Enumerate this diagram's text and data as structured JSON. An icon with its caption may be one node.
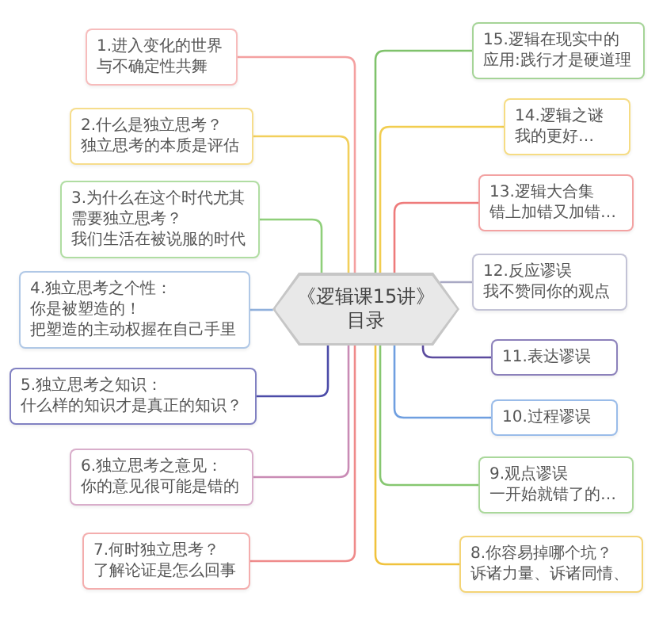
{
  "diagram": {
    "nodes": [
      {
        "text": [
          "《逻辑课15讲》目录"
        ]
      },
      {
        "text": [
          "1.进入变化的世界",
          "与不确定性共舞"
        ]
      },
      {
        "text": [
          "2.什么是独立思考？",
          "独立思考的本质是评估"
        ]
      },
      {
        "text": [
          "3.为什么在这个时代尤其需要独立思考？",
          "我们生活在被说服的时代"
        ]
      },
      {
        "text": [
          "4.独立思考之个性：",
          "你是被塑造的！",
          "把塑造的主动权握在自己手里"
        ]
      },
      {
        "text": [
          "5.独立思考之知识：",
          "什么样的知识才是真正的知识？"
        ]
      },
      {
        "text": [
          "6.独立思考之意见：",
          "你的意见很可能是错的"
        ]
      },
      {
        "text": [
          "7.何时独立思考？",
          "了解论证是怎么回事"
        ]
      },
      {
        "text": [
          "8.你容易掉哪个坑？",
          "诉诸力量、诉诸同情、"
        ]
      },
      {
        "text": [
          "9.观点谬误",
          "一开始就错了的…"
        ]
      },
      {
        "text": [
          "10.过程谬误"
        ]
      },
      {
        "text": [
          "11.表达谬误"
        ]
      },
      {
        "text": [
          "12.反应谬误",
          "我不赞同你的观点"
        ]
      },
      {
        "text": [
          "13.逻辑大合集",
          "错上加错又加错…"
        ]
      },
      {
        "text": [
          "14.逻辑之谜",
          "我的更好…"
        ]
      },
      {
        "text": [
          "15.逻辑在现实中的应用:践行才是硬道理"
        ]
      }
    ],
    "edges": [
      {
        "from": 0,
        "to": 1,
        "arrow": "none",
        "color": "#f4a0a0"
      },
      {
        "from": 0,
        "to": 2,
        "arrow": "none",
        "color": "#f2cf5b"
      },
      {
        "from": 0,
        "to": 3,
        "arrow": "none",
        "color": "#8fcf7a"
      },
      {
        "from": 0,
        "to": 4,
        "arrow": "none",
        "color": "#8fb0dc"
      },
      {
        "from": 0,
        "to": 5,
        "arrow": "none",
        "color": "#4b4ba8"
      },
      {
        "from": 0,
        "to": 6,
        "arrow": "none",
        "color": "#c98bb5"
      },
      {
        "from": 0,
        "to": 7,
        "arrow": "none",
        "color": "#ef8a8a"
      },
      {
        "from": 0,
        "to": 8,
        "arrow": "none",
        "color": "#f0c23c"
      },
      {
        "from": 0,
        "to": 9,
        "arrow": "none",
        "color": "#86c770"
      },
      {
        "from": 0,
        "to": 10,
        "arrow": "none",
        "color": "#6f9fe0"
      },
      {
        "from": 0,
        "to": 11,
        "arrow": "none",
        "color": "#5b4b9e"
      },
      {
        "from": 0,
        "to": 12,
        "arrow": "none",
        "color": "#a9a9c4"
      },
      {
        "from": 0,
        "to": 13,
        "arrow": "none",
        "color": "#ee7b7b"
      },
      {
        "from": 0,
        "to": 14,
        "arrow": "none",
        "color": "#f2cd4f"
      },
      {
        "from": 0,
        "to": 15,
        "arrow": "none",
        "color": "#7fc26b"
      }
    ]
  }
}
